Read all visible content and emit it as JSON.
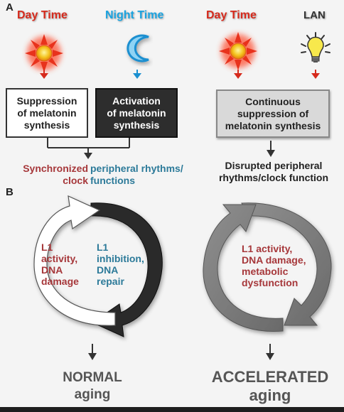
{
  "panel_a": {
    "letter": "A",
    "left": {
      "day_label": "Day Time",
      "night_label": "Night Time",
      "box_suppression": [
        "Suppression",
        "of melatonin",
        "synthesis"
      ],
      "box_activation": [
        "Activation",
        "of melatonin",
        "synthesis"
      ],
      "outcome_red": [
        "Synchronized",
        "clock"
      ],
      "outcome_blue": [
        "peripheral rhythms/",
        "functions"
      ]
    },
    "right": {
      "day_label": "Day Time",
      "lan_label": "LAN",
      "box_continuous": [
        "Continuous",
        "suppression of",
        "melatonin synthesis"
      ],
      "outcome": [
        "Disrupted peripheral",
        "rhythms/clock function"
      ]
    }
  },
  "panel_b": {
    "letter": "B",
    "normal_cycle": {
      "left_text": [
        "L1",
        "activity,",
        "DNA",
        "damage"
      ],
      "right_text": [
        "L1",
        "inhibition,",
        "DNA",
        "repair"
      ],
      "result": [
        "NORMAL",
        "aging"
      ]
    },
    "accelerated_cycle": {
      "text": [
        "L1 activity,",
        "DNA damage,",
        "metabolic",
        "dysfunction"
      ],
      "result": [
        "ACCELERATED",
        "aging"
      ]
    }
  },
  "colors": {
    "day_red": "#d62a1c",
    "night_blue": "#1aa3e0",
    "text_red": "#a6373a",
    "text_blue": "#2c7a99",
    "sun_orange": "#e8621c",
    "bulb_yellow": "#f7e84c"
  },
  "icons": [
    "sun-icon",
    "moon-icon",
    "light-bulb-icon"
  ]
}
